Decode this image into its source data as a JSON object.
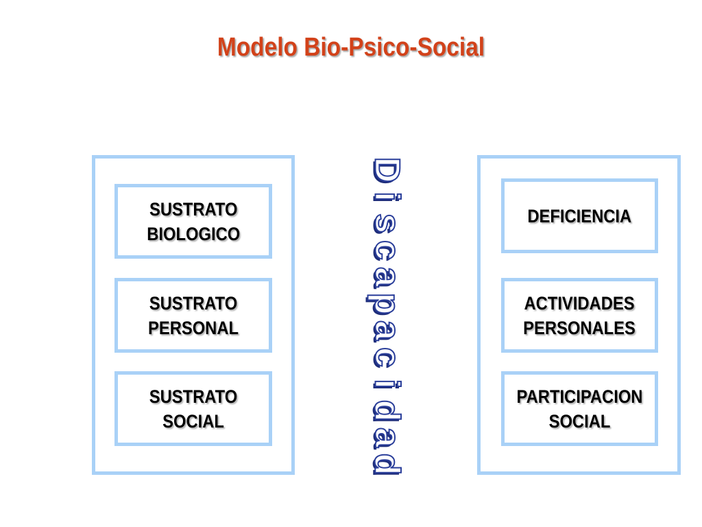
{
  "title": "Modelo Bio-Psico-Social",
  "center_word": "Discapacidad",
  "left_column": {
    "boxes": [
      {
        "label": "SUSTRATO\nBIOLOGICO"
      },
      {
        "label": "SUSTRATO\nPERSONAL"
      },
      {
        "label": "SUSTRATO\nSOCIAL"
      }
    ]
  },
  "right_column": {
    "boxes": [
      {
        "label": "DEFICIENCIA"
      },
      {
        "label": "ACTIVIDADES\nPERSONALES"
      },
      {
        "label": "PARTICIPACION\nSOCIAL"
      }
    ]
  },
  "colors": {
    "title": "#d2421a",
    "box_border": "#a9d1f7",
    "center_word_outline": "#2a3e9a"
  }
}
